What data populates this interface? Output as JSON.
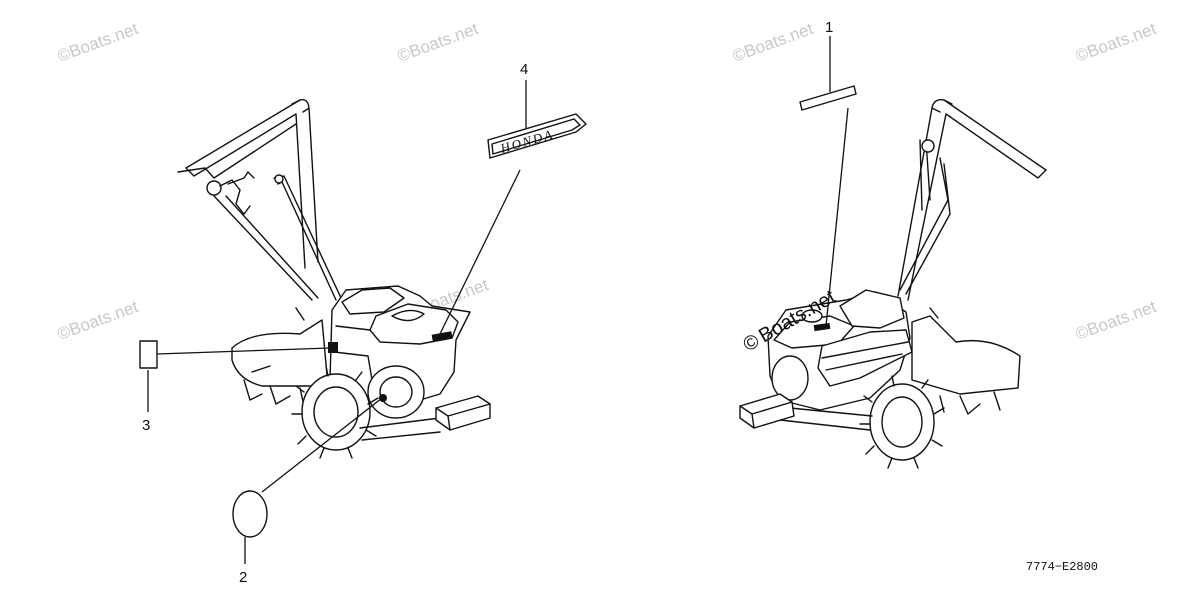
{
  "callouts": {
    "part_1": "1",
    "part_2": "2",
    "part_3": "3",
    "part_4": "4"
  },
  "emblem_text": "HONDA",
  "reference_code": "7774−E2800",
  "watermark_text": "©Boats.net",
  "center_watermark": {
    "symbol": "©",
    "text": "Boats.net"
  }
}
